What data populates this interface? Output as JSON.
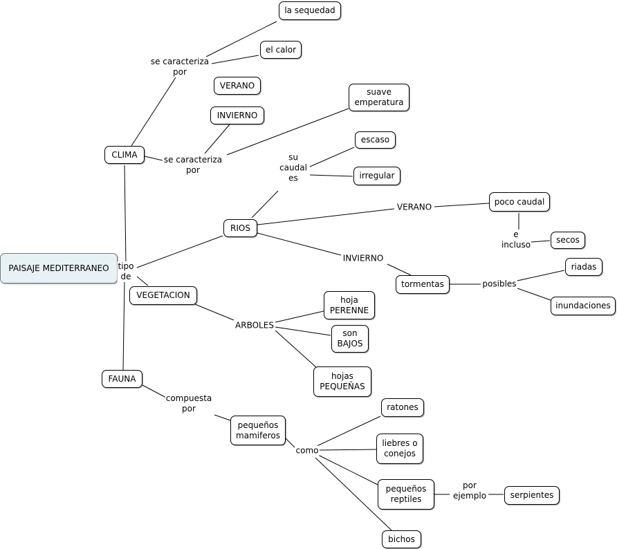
{
  "concepts": {
    "root": "PAISAJE MEDITERRANEO",
    "clima": "CLIMA",
    "sequedad": "la sequedad",
    "calor": "el calor",
    "verano_clima": "VERANO",
    "invierno_clima": "INVIERNO",
    "suave": "suave\nemperatura",
    "rios": "RIOS",
    "escaso": "escaso",
    "irregular": "irregular",
    "poco_caudal": "poco caudal",
    "secos": "secos",
    "tormentas": "tormentas",
    "riadas": "riadas",
    "inundaciones": "inundaciones",
    "vegetacion": "VEGETACION",
    "hoja_perenne": "hoja\nPERENNE",
    "son_bajos": "son\nBAJOS",
    "hojas_pequenas": "hojas\nPEQUEÑAS",
    "fauna": "FAUNA",
    "mamiferos": "pequeños\nmamiferos",
    "ratones": "ratones",
    "liebres": "liebres o\nconejos",
    "reptiles": "pequeños\nreptiles",
    "serpientes": "serpientes",
    "bichos": "bichos"
  },
  "links": {
    "tipo_de": "tipo\nde",
    "caracteriza_1": "se caracteriza\npor",
    "caracteriza_2": "se caracteriza\npor",
    "su_caudal_es": "su\ncaudal\nes",
    "verano_rios": "VERANO",
    "invierno_rios": "INVIERNO",
    "e_incluso": "e\nincluso",
    "posibles": "posibles",
    "arboles": "ARBOLES",
    "compuesta_por": "compuesta\npor",
    "como": "como",
    "por_ejemplo": "por\nejemplo"
  }
}
